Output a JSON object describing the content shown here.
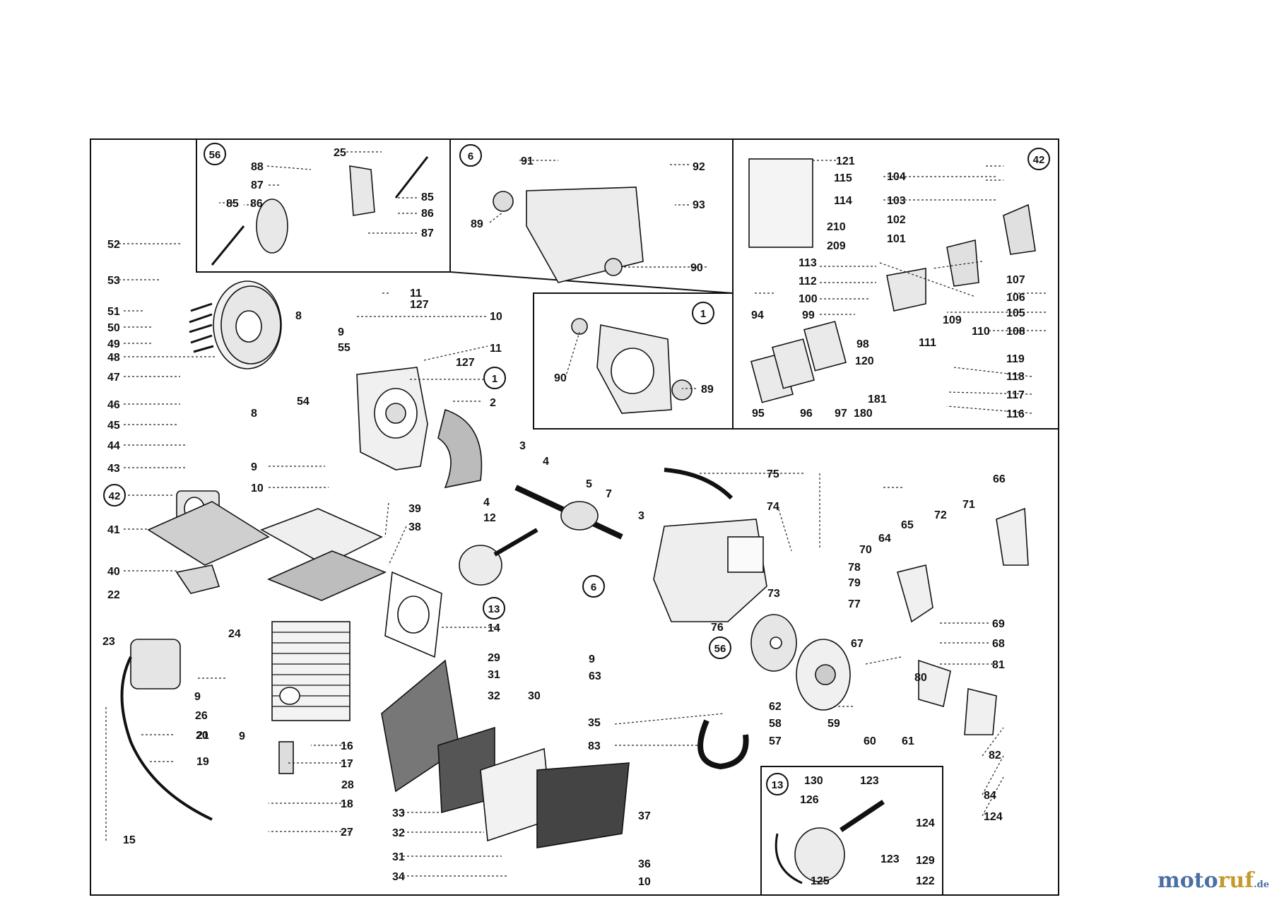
{
  "diagram": {
    "panels": {
      "ref_56": "56",
      "ref_6": "6",
      "ref_42": "42",
      "ref_1": "1",
      "ref_13": "13"
    },
    "main_refs": [
      "1",
      "42",
      "13",
      "6",
      "56"
    ],
    "labels": [
      "121",
      "104",
      "115",
      "103",
      "114",
      "102",
      "210",
      "101",
      "209",
      "113",
      "112",
      "100",
      "99",
      "94",
      "107",
      "106",
      "105",
      "109",
      "110",
      "108",
      "111",
      "98",
      "120",
      "119",
      "118",
      "117",
      "116",
      "95",
      "96",
      "97",
      "180",
      "181",
      "91",
      "92",
      "93",
      "89",
      "90",
      "90",
      "89",
      "25",
      "88",
      "87",
      "85",
      "86",
      "85",
      "86",
      "87",
      "52",
      "53",
      "51",
      "50",
      "49",
      "48",
      "47",
      "46",
      "45",
      "44",
      "43",
      "41",
      "40",
      "22",
      "23",
      "8",
      "9",
      "11",
      "127",
      "10",
      "55",
      "11",
      "127",
      "2",
      "54",
      "8",
      "9",
      "10",
      "39",
      "38",
      "3",
      "4",
      "5",
      "7",
      "4",
      "12",
      "3",
      "14",
      "75",
      "74",
      "66",
      "71",
      "72",
      "65",
      "64",
      "70",
      "78",
      "79",
      "77",
      "73",
      "76",
      "69",
      "68",
      "67",
      "80",
      "81",
      "24",
      "9",
      "26",
      "9",
      "20",
      "21",
      "19",
      "15",
      "16",
      "17",
      "18",
      "27",
      "28",
      "29",
      "31",
      "32",
      "30",
      "33",
      "32",
      "31",
      "34",
      "35",
      "37",
      "36",
      "10",
      "9",
      "63",
      "62",
      "58",
      "57",
      "59",
      "60",
      "61",
      "83",
      "82",
      "84",
      "124",
      "130",
      "123",
      "126",
      "124",
      "129",
      "123",
      "122",
      "125"
    ],
    "watermark": {
      "part1": "moto",
      "part2": "ruf",
      "suffix": ".de"
    }
  }
}
